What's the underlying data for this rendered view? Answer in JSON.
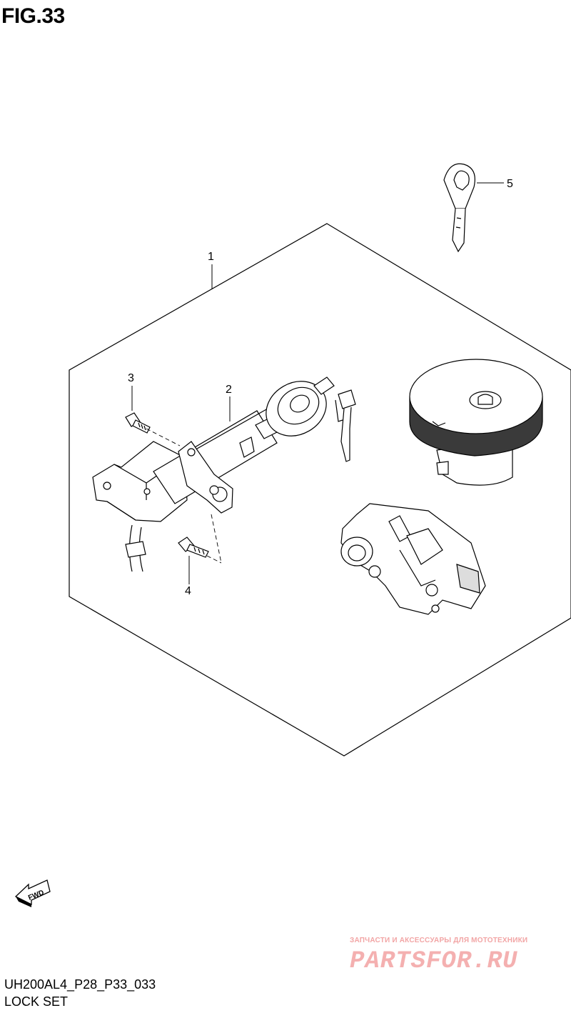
{
  "figure": {
    "title": "FIG.33",
    "code": "UH200AL4_P28_P33_033",
    "name": "LOCK SET"
  },
  "callouts": [
    {
      "id": "1",
      "label": "1"
    },
    {
      "id": "2",
      "label": "2"
    },
    {
      "id": "3",
      "label": "3"
    },
    {
      "id": "4",
      "label": "4"
    },
    {
      "id": "5",
      "label": "5"
    }
  ],
  "fwd_arrow": {
    "label": "FWD",
    "icon": "fwd-arrow-icon"
  },
  "watermark": {
    "tagline": "ЗАПЧАСТИ И АКСЕССУАРЫ ДЛЯ МОТОТЕХНИКИ",
    "logo": "PARTSFOR.RU",
    "color": "#f4b0b0"
  }
}
